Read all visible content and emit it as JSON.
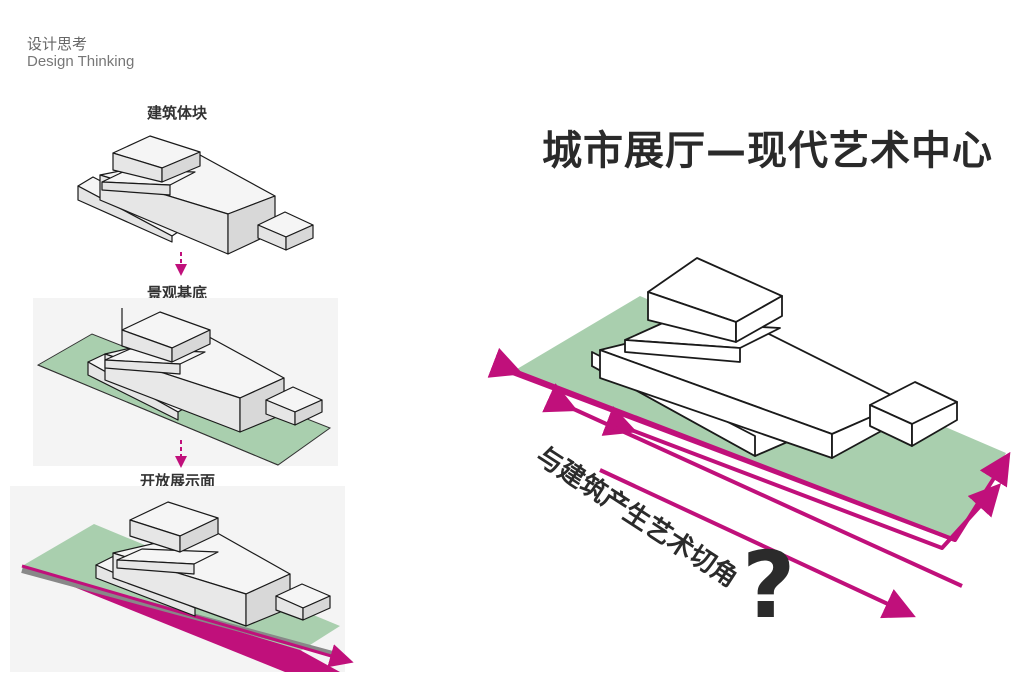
{
  "header": {
    "title_cn": "设计思考",
    "title_en": "Design Thinking"
  },
  "steps": [
    {
      "label": "建筑体块"
    },
    {
      "label": "景观基底"
    },
    {
      "label": "开放展示面"
    }
  ],
  "main": {
    "title": "城市展厅—现代艺术中心",
    "angle_label": "与建筑产生艺术切角",
    "question_mark": "?"
  },
  "colors": {
    "landscape_green": "#a9cfae",
    "accent_magenta": "#c0107b",
    "volume_face": "#ececec",
    "volume_stroke": "#1a1a1a"
  }
}
